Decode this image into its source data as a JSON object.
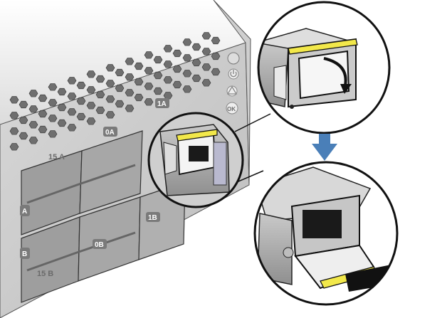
{
  "port_labels": {
    "top_a": "1A",
    "top_b": "0A",
    "left_a": "15 A",
    "row_a": "A",
    "row_b": "B",
    "mid_b": "1B",
    "bottom_b": "0B",
    "bottom_left": "15 B",
    "status_ok": "OK"
  },
  "icons": {
    "power": "power-icon",
    "warning": "warning-icon",
    "ok": "ok-icon",
    "arrow": "down-arrow-icon"
  },
  "colors": {
    "latch_yellow": "#f2e84a",
    "arrow_blue": "#4a7fb8",
    "chassis_light": "#e4e4e4",
    "chassis_dark": "#9a9a9a",
    "outline": "#1a1a1a"
  }
}
